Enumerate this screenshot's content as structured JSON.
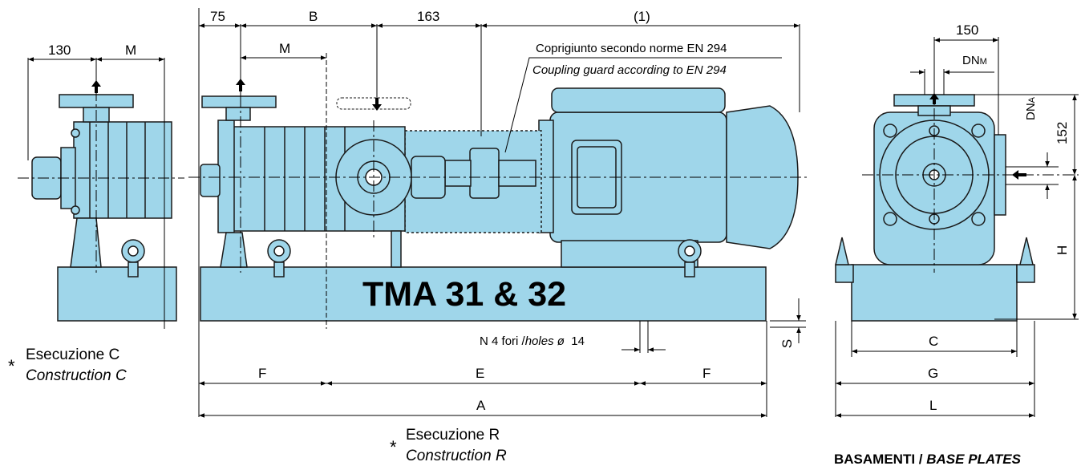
{
  "title": "TMA 31 & 32",
  "notes": {
    "coupling_guard_it": "Coprigiunto secondo norme EN 294",
    "coupling_guard_en": "Coupling guard according to EN 294",
    "holes_prefix": "N",
    "holes_it": "4 fori /",
    "holes_en": "holes ø",
    "holes_dia": "14"
  },
  "constructions": {
    "star": "*",
    "c_it": "Esecuzione C",
    "c_en": "Construction C",
    "r_it": "Esecuzione R",
    "r_en": "Construction R"
  },
  "base_plates": {
    "it": "BASAMENTI /",
    "en": "BASE PLATES"
  },
  "dims": {
    "c130": "130",
    "m_left": "M",
    "d75": "75",
    "b": "B",
    "d163": "163",
    "note1": "(1)",
    "m_mid": "M",
    "f_left": "F",
    "e": "E",
    "f_right": "F",
    "a": "A",
    "s": "S",
    "d150": "150",
    "dnm": "DN",
    "dnm_sub": "M",
    "dna": "DN",
    "dna_sub": "A",
    "d152": "152",
    "h": "H",
    "c": "C",
    "g": "G",
    "l": "L"
  },
  "colors": {
    "body": "#9fd6ea",
    "outline": "#1a1a1a"
  }
}
